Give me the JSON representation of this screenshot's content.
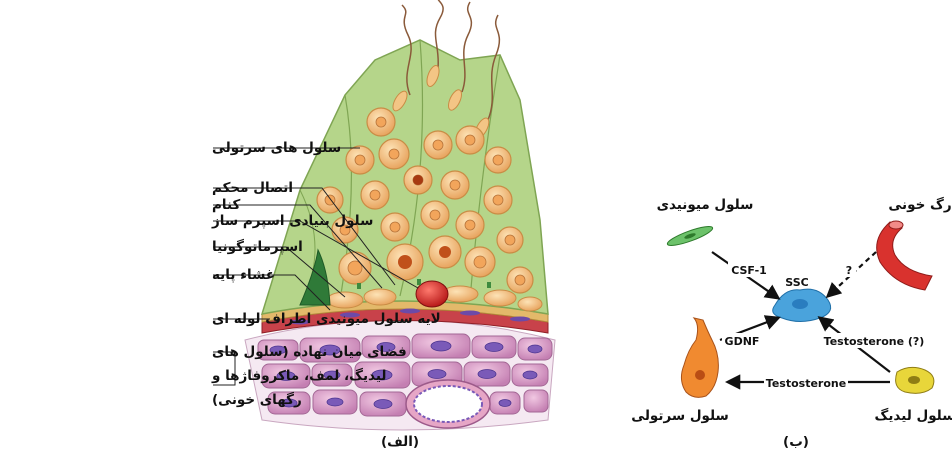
{
  "panel_a": {
    "caption": "(الف)",
    "labels": {
      "sertoli": "سلول های سرتولی",
      "tight_junction": "اتصال محکم",
      "niche": "کنام",
      "ssc": "سلول بنیادی اسپرم ساز",
      "spermatogonia": "اسپرماتوگونیا",
      "basement_membrane": "غشاء پایه",
      "myoid_layer": "لایه سلول میونیدی اطراف لوله ای",
      "interstitial_1": "فضای میان نهاده (سلول های",
      "interstitial_2": "لیدیگ، لمف، ماکروفاژها و",
      "interstitial_3": "رگهای خونی)"
    }
  },
  "panel_b": {
    "caption": "(ب)",
    "nodes": {
      "myoid": "سلول میونیدی",
      "blood_vessel": "رگ خونی",
      "ssc": "SSC",
      "sertoli": "سلول سرتولی",
      "leydig": "سلول لیدیگ"
    },
    "arrows": {
      "csf": "CSF-1",
      "question": "?",
      "gdnf": "GDNF",
      "testosterone_q": "Testosterone (?)",
      "testosterone": "Testosterone"
    }
  },
  "colors": {
    "tubule_green": "#b5d58a",
    "cell_orange": "#f3c585",
    "blood_red": "#d9322e",
    "ssc_blue": "#4aa3dc",
    "interstitial_pink": "#d79ac5",
    "nucleus_purple": "#7a5ab8"
  }
}
